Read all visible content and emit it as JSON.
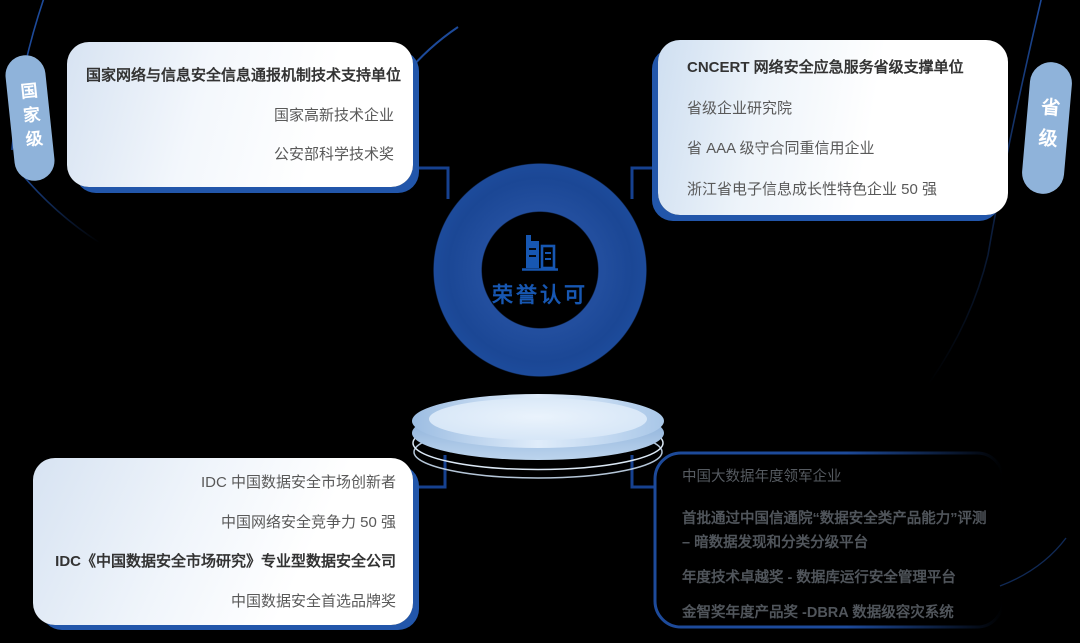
{
  "diagram": {
    "center": {
      "title": "荣誉认可",
      "icon": "building-icon"
    },
    "labels": {
      "national": "国家级",
      "provincial": "省级"
    },
    "cards": {
      "top_left": {
        "level": "national",
        "items": [
          "国家网络与信息安全信息通报机制技术支持单位",
          "国家高新技术企业",
          "公安部科学技术奖"
        ]
      },
      "top_right": {
        "level": "provincial",
        "items": [
          "CNCERT 网络安全应急服务省级支撑单位",
          "省级企业研究院",
          "省 AAA 级守合同重信用企业",
          "浙江省电子信息成长性特色企业 50 强"
        ]
      },
      "bottom_left": {
        "items": [
          "IDC 中国数据安全市场创新者",
          "中国网络安全竞争力 50 强",
          "IDC《中国数据安全市场研究》专业型数据安全公司",
          "中国数据安全首选品牌奖"
        ]
      },
      "bottom_right": {
        "items": [
          "中国大数据年度领军企业",
          "首批通过中国信通院“数据安全类产品能力”评测",
          "– 暗数据发现和分类分级平台",
          "年度技术卓越奖 - 数据库运行安全管理平台",
          "金智奖年度产品奖 -DBRA 数据级容灾系统"
        ]
      }
    },
    "colors": {
      "ring_blue": "#1d4b9b",
      "accent_blue": "#1757b2",
      "pill_blue": "#8fb3da",
      "shadow_blue": "#2256aa",
      "connector_blue": "#16418f",
      "text_gray": "#595959",
      "background": "#000000"
    }
  }
}
